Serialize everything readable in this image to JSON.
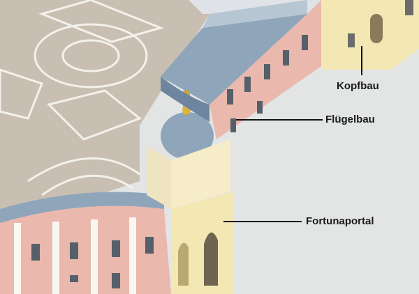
{
  "labels": {
    "kopfbau": "Kopfbau",
    "fluegelbau": "Flügelbau",
    "fortunaportal": "Fortunaportal"
  },
  "colors": {
    "background": "#e3e5e5",
    "courtyard": "#c8bfb2",
    "wall_pink": "#eab8ad",
    "roof_blue": "#8ea5ba",
    "portal_yellow": "#f3e7b3",
    "leader_line": "#111111"
  }
}
